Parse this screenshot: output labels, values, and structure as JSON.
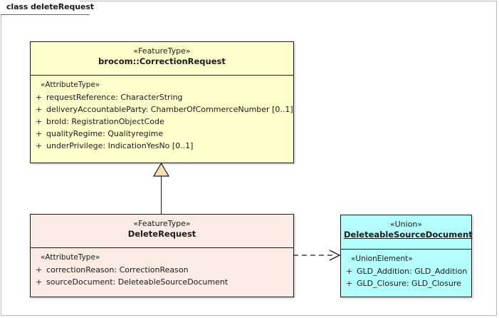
{
  "diagram": {
    "frame_label": "class deleteRequest",
    "type": "uml-class-diagram"
  },
  "classes": [
    {
      "id": "correction-request",
      "stereotype": "«FeatureType»",
      "name": "brocom::CorrectionRequest",
      "name_underlined": false,
      "fill_color": "#FFFFCC",
      "compartment_stereotype": "«AttributeType»",
      "attributes": [
        {
          "visibility": "+",
          "text": "requestReference: CharacterString"
        },
        {
          "visibility": "+",
          "text": "deliveryAccountableParty: ChamberOfCommerceNumber [0..1]"
        },
        {
          "visibility": "+",
          "text": "broId: RegistrationObjectCode"
        },
        {
          "visibility": "+",
          "text": "qualityRegime: Qualityregime"
        },
        {
          "visibility": "+",
          "text": "underPrivilege: IndicationYesNo [0..1]"
        }
      ]
    },
    {
      "id": "delete-request",
      "stereotype": "«FeatureType»",
      "name": "DeleteRequest",
      "name_underlined": false,
      "fill_color": "#FAECE2",
      "compartment_stereotype": "«AttributeType»",
      "attributes": [
        {
          "visibility": "+",
          "text": "correctionReason: CorrectionReason"
        },
        {
          "visibility": "+",
          "text": "sourceDocument: DeleteableSourceDocument"
        }
      ]
    },
    {
      "id": "deleteable-source-document",
      "stereotype": "«Union»",
      "name": "DeleteableSourceDocument",
      "name_underlined": true,
      "fill_color": "#B3FDFD",
      "compartment_stereotype": "«UnionElement»",
      "attributes": [
        {
          "visibility": "+",
          "text": "GLD_Addition: GLD_Addition"
        },
        {
          "visibility": "+",
          "text": "GLD_Closure: GLD_Closure"
        }
      ]
    }
  ],
  "connectors": [
    {
      "id": "generalization",
      "kind": "generalization",
      "from": "DeleteRequest",
      "to": "brocom::CorrectionRequest",
      "line_style": "solid",
      "arrow": "hollow-triangle",
      "arrow_fill": "#F6DFB6"
    },
    {
      "id": "dependency",
      "kind": "dependency",
      "from": "DeleteRequest",
      "to": "DeleteableSourceDocument",
      "line_style": "dashed",
      "arrow": "open-arrow"
    }
  ]
}
